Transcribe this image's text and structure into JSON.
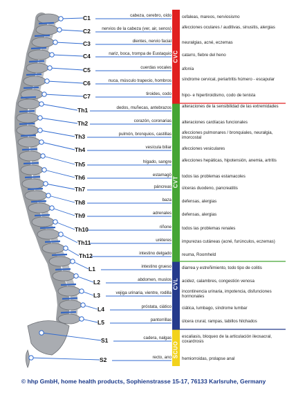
{
  "regions": [
    {
      "code": "CVC",
      "color": "#e02020"
    },
    {
      "code": "CVT",
      "color": "#45a535"
    },
    {
      "code": "CVL",
      "color": "#243a8c"
    },
    {
      "code": "SCUO",
      "color": "#f2d21c"
    }
  ],
  "rows": [
    {
      "vertebra": "C1",
      "organs": "cabeza, cerebro, oído",
      "symptoms": "cefaleas, mareos, nerviosismo"
    },
    {
      "vertebra": "C2",
      "organs": "nervios de la cabeza (ver, air, senos)",
      "symptoms": "afecciones oculares / auditivas, sinusitis, alergias"
    },
    {
      "vertebra": "C3",
      "organs": "dientes, nervio facial",
      "symptoms": "neuralgias, acné, eczemas"
    },
    {
      "vertebra": "C4",
      "organs": "nariz, boca, trompa de Eustaquio",
      "symptoms": "catarro, fiebre del heno"
    },
    {
      "vertebra": "C5",
      "organs": "cuerdas vocales",
      "symptoms": "afonía"
    },
    {
      "vertebra": "C6",
      "organs": "nuca, músculo trapecio, hombros",
      "symptoms": "síndrome cervical, periartritis húmero - escapular"
    },
    {
      "vertebra": "C7",
      "organs": "tiroides, codo",
      "symptoms": "hipo- e hipertiroidismo, codo de tenista"
    },
    {
      "vertebra": "Th1",
      "organs": "dedos, muñecas, antebrazos",
      "symptoms": "alteraciones de la sensibilidad de las extremidades"
    },
    {
      "vertebra": "Th2",
      "organs": "corazón, coronarias",
      "symptoms": "alteraciones cardíacas funcionales"
    },
    {
      "vertebra": "Th3",
      "organs": "pulmón, bronquios, castillas",
      "symptoms": "afecciones pulmonares / bronquiales, neuralgia, imorcostal"
    },
    {
      "vertebra": "Th4",
      "organs": "vesícula biliar",
      "symptoms": "afecciones vesiculares"
    },
    {
      "vertebra": "Th5",
      "organs": "hígado, sangre",
      "symptoms": "afecciones hepáticas, hipotensión, anemia, artritis"
    },
    {
      "vertebra": "Th6",
      "organs": "estamagö",
      "symptoms": "todos las problemas estamacoles"
    },
    {
      "vertebra": "Th7",
      "organs": "páncreas",
      "symptoms": "úlceras duodeno, pancreatitis"
    },
    {
      "vertebra": "Th8",
      "organs": "baza",
      "symptoms": "defensas, alergias"
    },
    {
      "vertebra": "Th9",
      "organs": "adrenales",
      "symptoms": "defensas, alergias"
    },
    {
      "vertebra": "Th10",
      "organs": "riñone",
      "symptoms": "todos las problemas renales"
    },
    {
      "vertebra": "Th11",
      "organs": "uréteres",
      "symptoms": "impurezas cutáneas (acné, furúnculos, eczemas)"
    },
    {
      "vertebra": "Th12",
      "organs": "intestino delgado",
      "symptoms": "reuma, Roomheld"
    },
    {
      "vertebra": "L1",
      "organs": "intestino grueso",
      "symptoms": "diarrea y estreñimiento, todo tipo de colitis"
    },
    {
      "vertebra": "L2",
      "organs": "abdomen, muslos",
      "symptoms": "acidez, calambres, congestión venosa"
    },
    {
      "vertebra": "L3",
      "organs": "vejiga urinaria, vientre, rodilla",
      "symptoms": "incontinencia urinaria, impotencia, disfunciones hormonales"
    },
    {
      "vertebra": "L4",
      "organs": "próstata, ciático",
      "symptoms": "ciática, lumbago, síndrome lumbar"
    },
    {
      "vertebra": "L5",
      "organs": "pantorrillas",
      "symptoms": "úlcera crural, rampas, tabillos hilchados"
    },
    {
      "vertebra": "S1",
      "organs": "cadera, nalgas",
      "symptoms": "escaliasis, bloqueo de la articulación ileosacral, coxardrosis"
    },
    {
      "vertebra": "S2",
      "organs": "recto, ano",
      "symptoms": "hemiorroidas, prolapse anal"
    }
  ],
  "footer": {
    "copyright": "© hhp GmbH, home health products, Sophienstrasse 15-17, 76133 Karlsruhe, Germany"
  }
}
